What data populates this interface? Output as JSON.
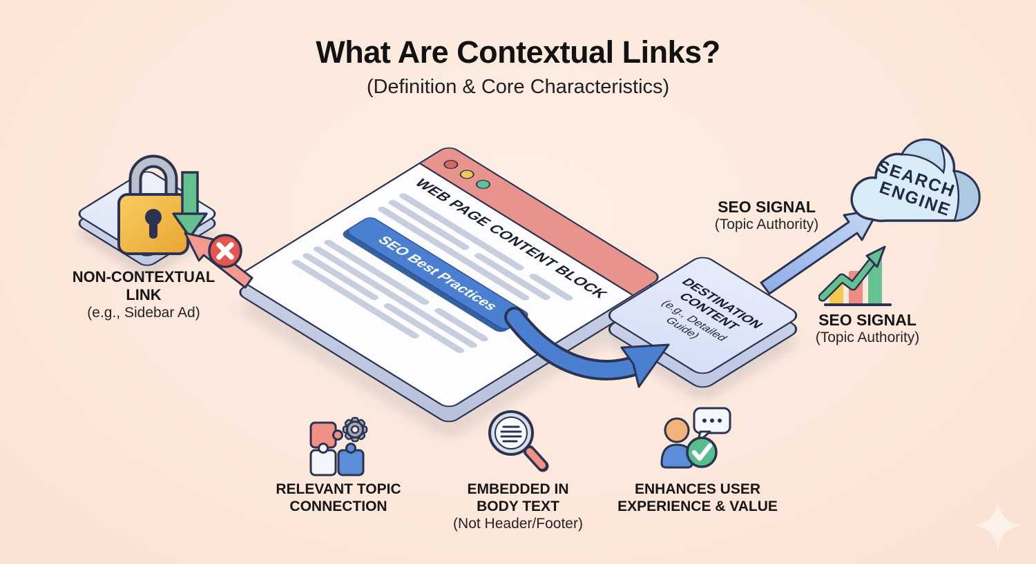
{
  "page": {
    "title": "What Are Contextual Links?",
    "subtitle": "(Definition & Core Characteristics)"
  },
  "non_contextual_link": {
    "label_lines": [
      "NON-CONTEXTUAL",
      "LINK"
    ],
    "example": "(e.g., Sidebar Ad)"
  },
  "web_page_window": {
    "heading": "WEB PAGE CONTENT BLOCK",
    "link_button_label": "SEO Best Practices"
  },
  "destination_content": {
    "label_lines": [
      "DESTINATION",
      "CONTENT"
    ],
    "example_lines": [
      "(e.g., Detailed",
      "Guide)"
    ]
  },
  "seo_signal_to_engine": {
    "label": "SEO SIGNAL",
    "sublabel": "(Topic Authority)"
  },
  "seo_signal_chart": {
    "label": "SEO SIGNAL",
    "sublabel": "(Topic Authority)"
  },
  "search_engine_cloud": {
    "label_lines": [
      "SEARCH",
      "ENGINE"
    ]
  },
  "features": [
    {
      "icon": "puzzle-gear-icon",
      "label_lines": [
        "RELEVANT TOPIC",
        "CONNECTION"
      ],
      "sublabel": ""
    },
    {
      "icon": "magnifier-text-icon",
      "label_lines": [
        "EMBEDDED IN",
        "BODY TEXT"
      ],
      "sublabel": "(Not Header/Footer)"
    },
    {
      "icon": "user-check-chat-icon",
      "label_lines": [
        "ENHANCES USER",
        "EXPERIENCE & VALUE"
      ],
      "sublabel": ""
    }
  ],
  "icons": {
    "padlock-icon": "gold padlock with gray shackle",
    "download-arrow-icon": "green arrow pointing down",
    "blocked-arrow-icon": "salmon arrow pointing up-left",
    "x-mark-icon": "red circle with white X",
    "window-dots-icon": "red/yellow/green browser dots",
    "curved-link-arrow-icon": "blue curved arrow to destination",
    "ranking-arrow-icon": "blue straight arrow to cloud",
    "search-engine-cloud-icon": "light blue 3D cloud",
    "growth-chart-icon": "bar chart with rising green arrow",
    "puzzle-gear-icon": "puzzle pieces with gear",
    "magnifier-text-icon": "magnifying glass over text lines",
    "user-check-chat-icon": "person with chat bubble and green check",
    "sparkle-icon": "faint white four-point star"
  },
  "colors": {
    "background": "#fce8dc",
    "ink_outline": "#2b3350",
    "browser_header": "#e8938b",
    "dot_red": "#d9675f",
    "dot_yellow": "#f0c85a",
    "dot_green": "#57c89b",
    "link_blue": "#4b80d1",
    "arrow_blue_light": "#a9c3ee",
    "blocked_red": "#e4564e",
    "blocked_arrow_salmon": "#f29a90",
    "success_green": "#65c08f",
    "bar_yellow": "#f4c94e",
    "bar_salmon": "#ee8b80",
    "bar_green": "#66c291",
    "platform_fill": "#dde4f5",
    "cloud_fill": "#d9ecf8",
    "cloud_shade": "#abc9e2",
    "text_line_gray": "#c7cede"
  }
}
